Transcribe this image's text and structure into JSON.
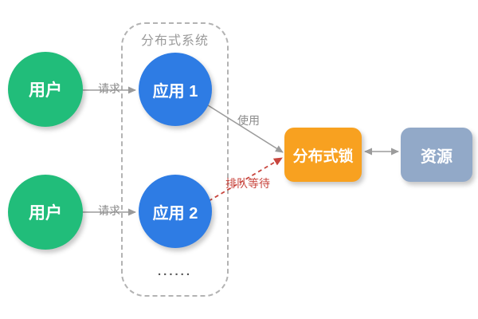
{
  "group": {
    "title": "分布式系统",
    "ellipsis": "......"
  },
  "nodes": {
    "user1": {
      "label": "用户",
      "color": "#21bd7a"
    },
    "user2": {
      "label": "用户",
      "color": "#21bd7a"
    },
    "app1": {
      "label": "应用 1",
      "color": "#2e7ce4"
    },
    "app2": {
      "label": "应用 2",
      "color": "#2e7ce4"
    },
    "lock": {
      "label": "分布式锁",
      "color": "#f8a120"
    },
    "resource": {
      "label": "资源",
      "color": "#92a9c8"
    }
  },
  "edges": {
    "request1": {
      "label": "请求",
      "color": "#9b9b9b",
      "style": "solid"
    },
    "request2": {
      "label": "请求",
      "color": "#9b9b9b",
      "style": "solid"
    },
    "use": {
      "label": "使用",
      "color": "#9b9b9b",
      "style": "solid"
    },
    "wait": {
      "label": "排队等待",
      "color": "#c8463e",
      "style": "dashed"
    },
    "lock_resource": {
      "label": "",
      "color": "#9b9b9b",
      "style": "solid-double-arrow"
    }
  },
  "palette": {
    "background": "#ffffff",
    "group_border": "#b3b3b3",
    "group_title_text": "#9a9a9a",
    "edge_label_text": "#8c8c8c",
    "wait_text": "#c8463e"
  }
}
